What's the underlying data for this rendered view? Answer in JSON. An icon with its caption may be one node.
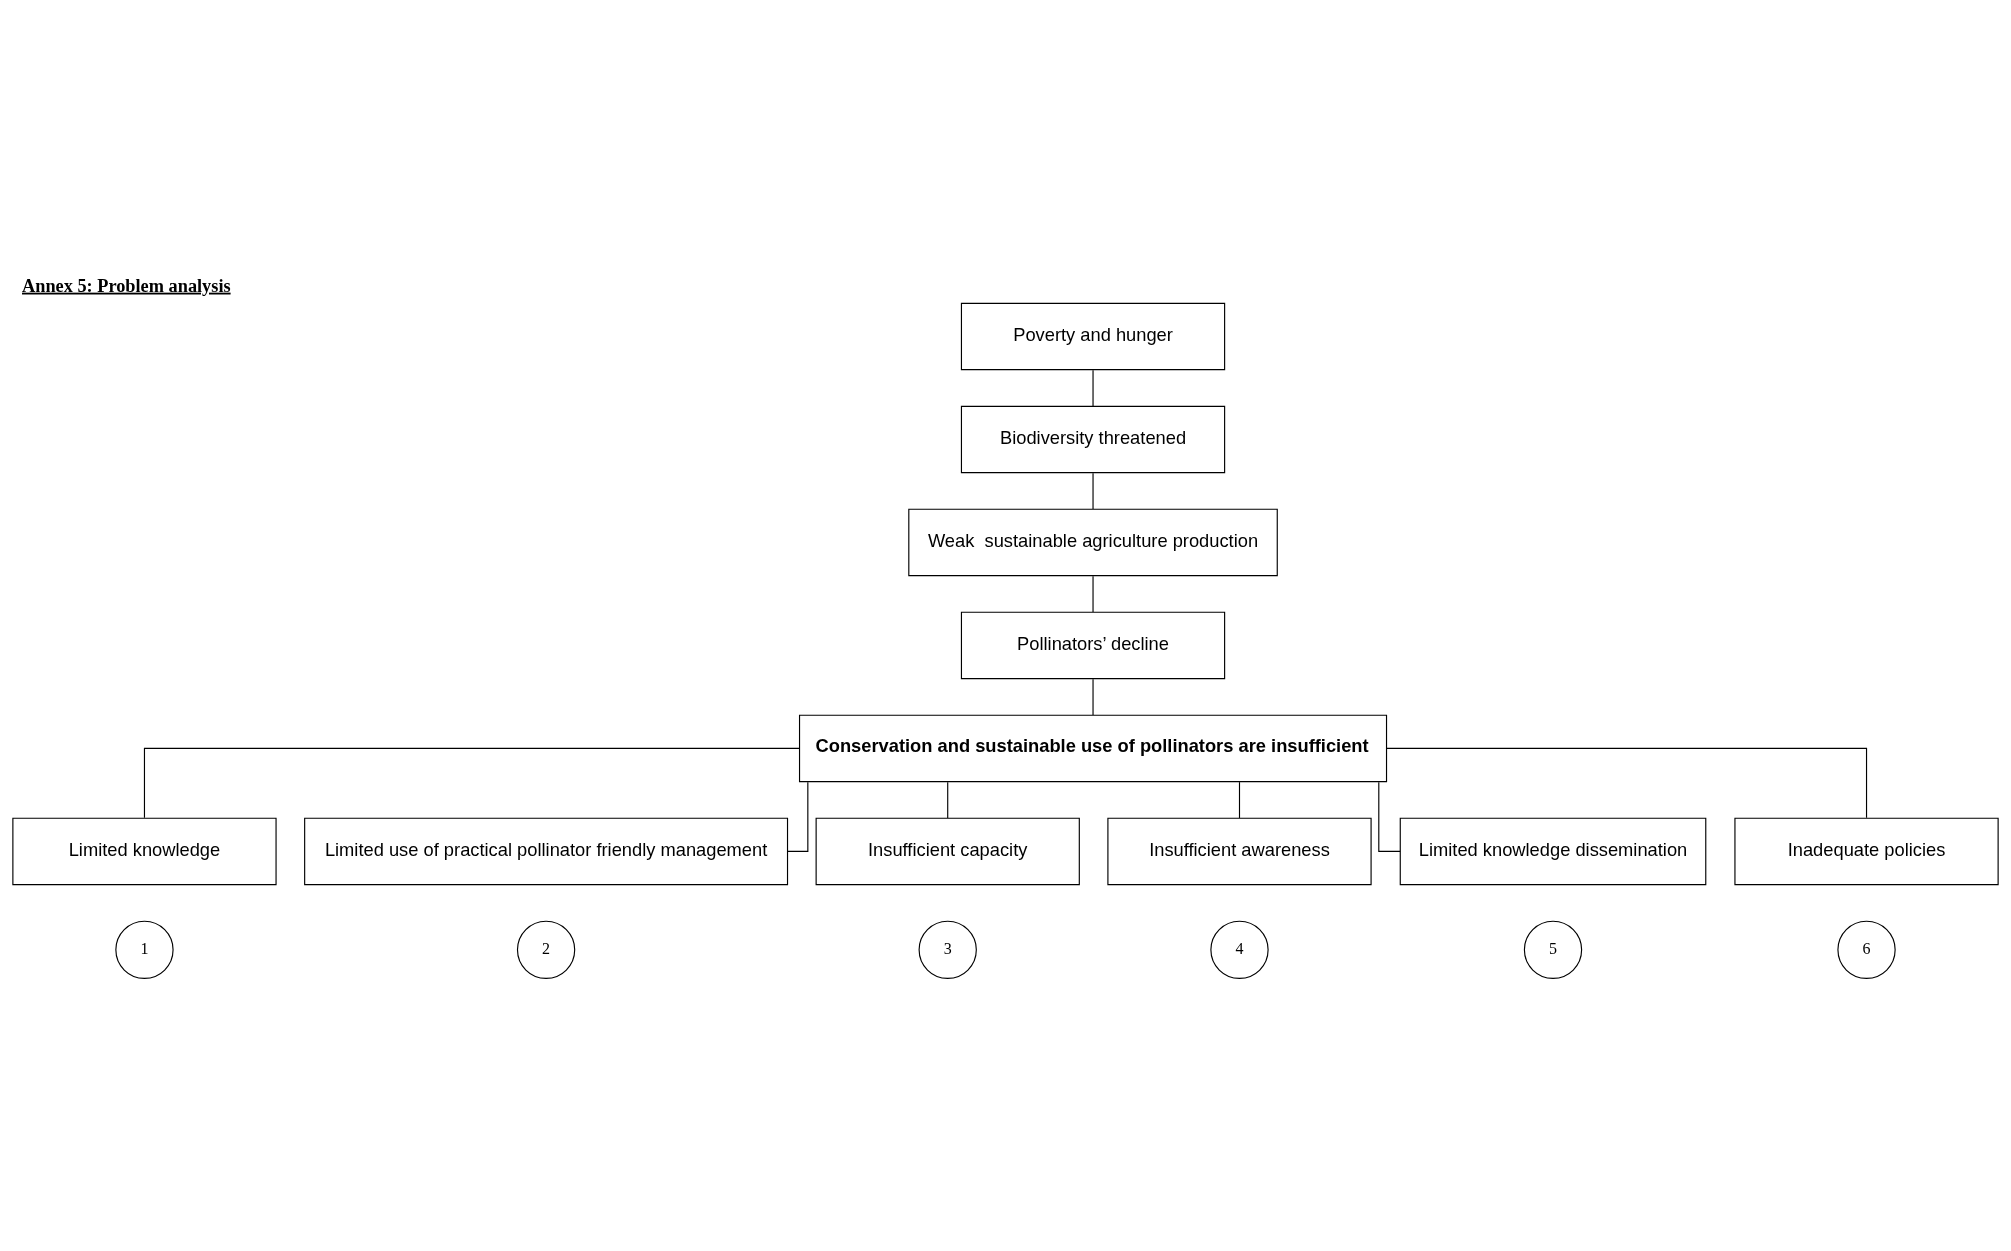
{
  "diagram": {
    "title": "Annex 5: Problem analysis",
    "nodes": [
      {
        "text": [
          "Poverty and hunger"
        ]
      },
      {
        "text": [
          "Biodiversity threatened"
        ]
      },
      {
        "text": [
          "Weak  sustainable agriculture production"
        ]
      },
      {
        "text": [
          "Pollinators’ decline"
        ]
      },
      {
        "text": [
          "Conservation and sustainable use of pollinators are insufficient"
        ]
      },
      {
        "text": [
          "Limited knowledge"
        ]
      },
      {
        "text": [
          "Limited use of practical pollinator friendly management"
        ]
      },
      {
        "text": [
          "Insufficient capacity"
        ]
      },
      {
        "text": [
          "Insufficient awareness"
        ]
      },
      {
        "text": [
          "Limited knowledge dissemination"
        ]
      },
      {
        "text": [
          "Inadequate policies"
        ]
      },
      {
        "text": [
          "1"
        ]
      },
      {
        "text": [
          "2"
        ]
      },
      {
        "text": [
          "3"
        ]
      },
      {
        "text": [
          "4"
        ]
      },
      {
        "text": [
          "5"
        ]
      },
      {
        "text": [
          "6"
        ]
      }
    ],
    "edges": [
      {
        "from": 0,
        "to": 1,
        "arrow": "none"
      },
      {
        "from": 1,
        "to": 2,
        "arrow": "none"
      },
      {
        "from": 2,
        "to": 3,
        "arrow": "none"
      },
      {
        "from": 3,
        "to": 4,
        "arrow": "none"
      },
      {
        "from": 4,
        "to": 5,
        "arrow": "none"
      },
      {
        "from": 4,
        "to": 6,
        "arrow": "none"
      },
      {
        "from": 4,
        "to": 7,
        "arrow": "none"
      },
      {
        "from": 4,
        "to": 8,
        "arrow": "none"
      },
      {
        "from": 4,
        "to": 9,
        "arrow": "none"
      },
      {
        "from": 4,
        "to": 10,
        "arrow": "none"
      }
    ]
  }
}
